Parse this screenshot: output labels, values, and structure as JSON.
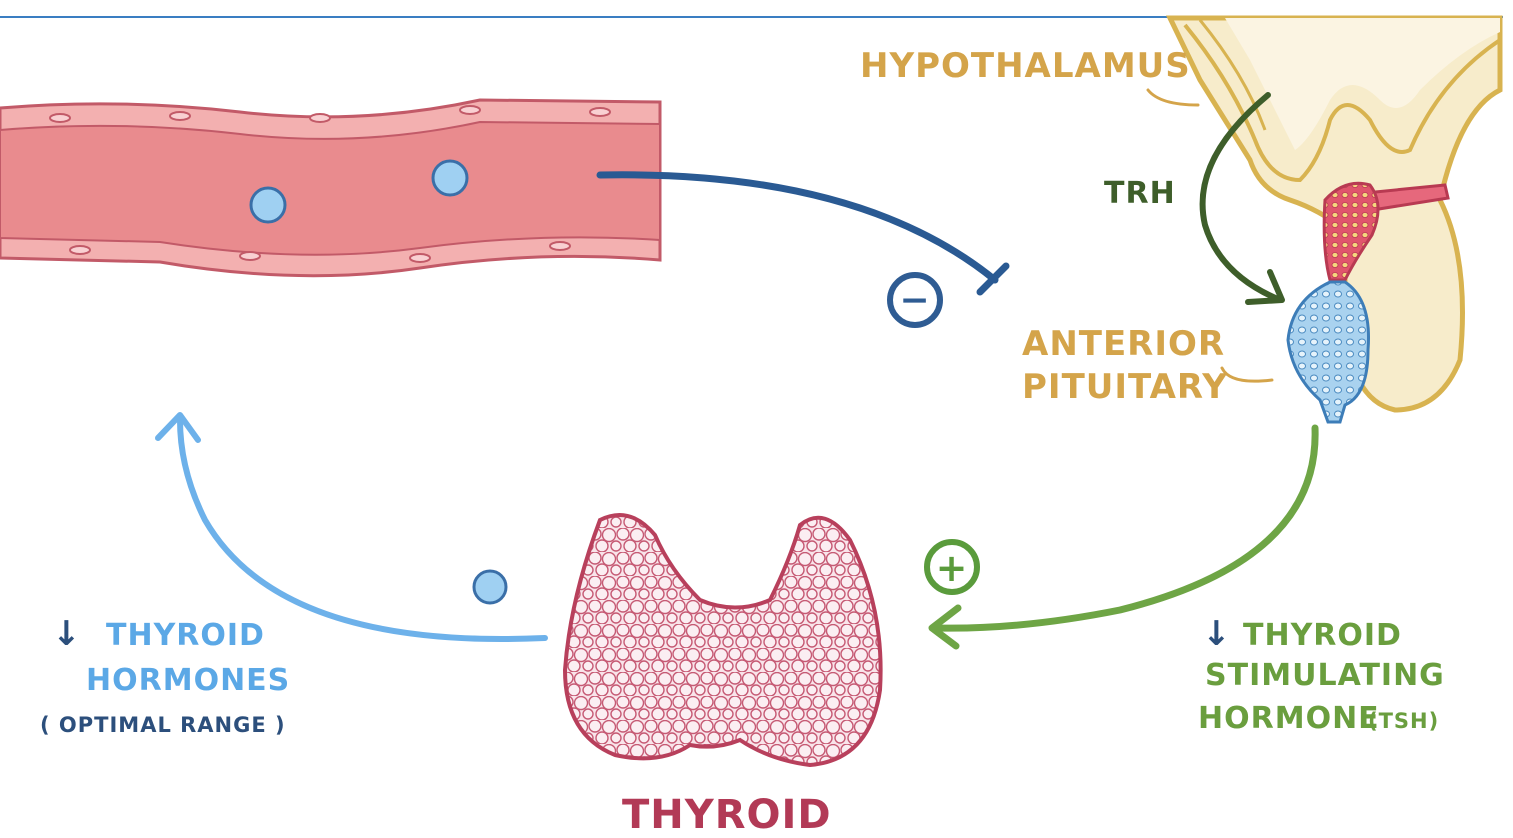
{
  "labels": {
    "hypothalamus": "HYPOTHALAMUS",
    "trh": "TRH",
    "anterior": "ANTERIOR",
    "pituitary": "PITUITARY",
    "minus": "−",
    "plus": "+",
    "thyroid_stim_line1": "THYROID",
    "thyroid_stim_line2": "STIMULATING",
    "thyroid_stim_line3": "HORMONE",
    "tsh": "(TSH)",
    "thyroid_hormones_line1": "THYROID",
    "thyroid_hormones_line2": "HORMONES",
    "optimal_range": "( OPTIMAL RANGE )",
    "thyroid": "THYROID",
    "down_arrow": "↓"
  },
  "colors": {
    "hypothalamus_text": "#d4a44a",
    "trh": "#3e5e2a",
    "minus": "#2f5c93",
    "plus": "#5a9b3c",
    "tsh_text": "#6a9e3e",
    "hormone_text": "#5ba8e6",
    "optimal_text": "#2c4f7c",
    "thyroid_text": "#b23a56",
    "down_arrow": "#2c4f7c"
  }
}
